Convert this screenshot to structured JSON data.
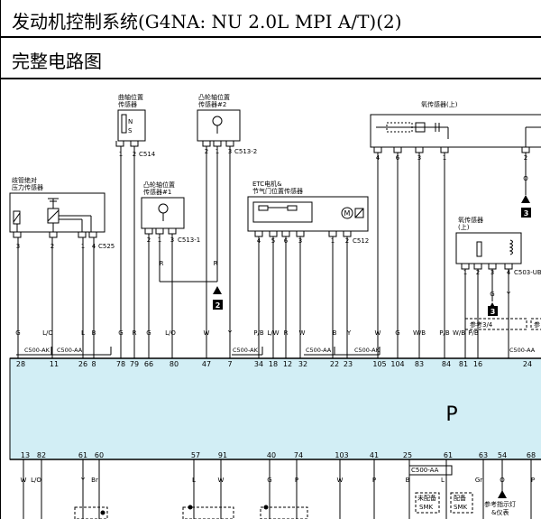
{
  "header": {
    "title": "发动机控制系统(G4NA: NU 2.0L MPI A/T)(2)",
    "section": "完整电路图"
  },
  "ecm_label": "P",
  "components": {
    "map": {
      "name_l1": "歧管绝对",
      "name_l2": "压力传感器",
      "connector": "C525"
    },
    "ckp": {
      "name_l1": "曲轴位置",
      "name_l2": "传感器",
      "connector": "C514",
      "n": "N",
      "s": "S"
    },
    "cmp2": {
      "name_l1": "凸轮轴位置",
      "name_l2": "传感器#2",
      "connector": "C513-2"
    },
    "cmp1": {
      "name_l1": "凸轮轴位置",
      "name_l2": "传感器#1",
      "connector": "C513-1"
    },
    "etc": {
      "name_l1": "ETC电机&",
      "name_l2": "节气门位置传感器",
      "connector": "C512",
      "motor": "M"
    },
    "o2up": {
      "name": "氧传感器(上)"
    },
    "o2up2": {
      "name_l1": "氧传感器",
      "name_l2": "(上)",
      "connector": "C503-UB"
    }
  },
  "pins": {
    "map": [
      "3",
      "2",
      "1",
      "4"
    ],
    "ckp": [
      "1",
      "2"
    ],
    "cmp2": [
      "2",
      "1",
      "3"
    ],
    "cmp1": [
      "2",
      "1",
      "3"
    ],
    "etc": [
      "4",
      "5",
      "6",
      "3",
      "1",
      "2"
    ],
    "o2top": [
      "4",
      "6",
      "3",
      "1",
      "2"
    ],
    "o2side": [
      "1",
      "2",
      "3",
      "4"
    ]
  },
  "jumps": {
    "a": "2",
    "b": "3",
    "c": "3"
  },
  "wire_colors_upper": [
    "G",
    "L/O",
    "L",
    "B",
    "G",
    "R",
    "G",
    "L/O",
    "W",
    "Y",
    "P/B",
    "L/W",
    "R",
    "W",
    "B",
    "Y",
    "W",
    "G",
    "W/B",
    "P/B",
    "W/B",
    "P/B",
    "R",
    "R",
    "O",
    "G",
    "Y"
  ],
  "connector_labels": [
    "C500-AK",
    "C500-AA",
    "C500-AK",
    "C500-AA",
    "C500-AK",
    "C500-AA"
  ],
  "ecm_pins_top": [
    "28",
    "11",
    "26",
    "8",
    "78",
    "79",
    "66",
    "80",
    "47",
    "7",
    "34",
    "18",
    "12",
    "32",
    "22",
    "23",
    "105",
    "104",
    "83",
    "84",
    "81",
    "16",
    "24"
  ],
  "ecm_pins_bottom": [
    "13",
    "82",
    "61",
    "60",
    "57",
    "91",
    "40",
    "74",
    "103",
    "41",
    "25",
    "61",
    "63",
    "54",
    "68"
  ],
  "wire_colors_lower": [
    "W",
    "L/O",
    "Y",
    "Br",
    "L",
    "W",
    "G",
    "P",
    "W",
    "P",
    "B",
    "L",
    "Gr",
    "O",
    "P"
  ],
  "notes": {
    "refer1": "参考3/4",
    "refer2": "参",
    "c500aa": "C500-AA",
    "not_equipped_l1": "未配备",
    "not_equipped_l2": "SMK",
    "equipped_l1": "配备",
    "equipped_l2": "SMK",
    "indicator_l1": "参考指示灯",
    "indicator_l2": "&仪表"
  },
  "colors": {
    "ecm_fill": "#d2eef5",
    "line": "#000000"
  }
}
